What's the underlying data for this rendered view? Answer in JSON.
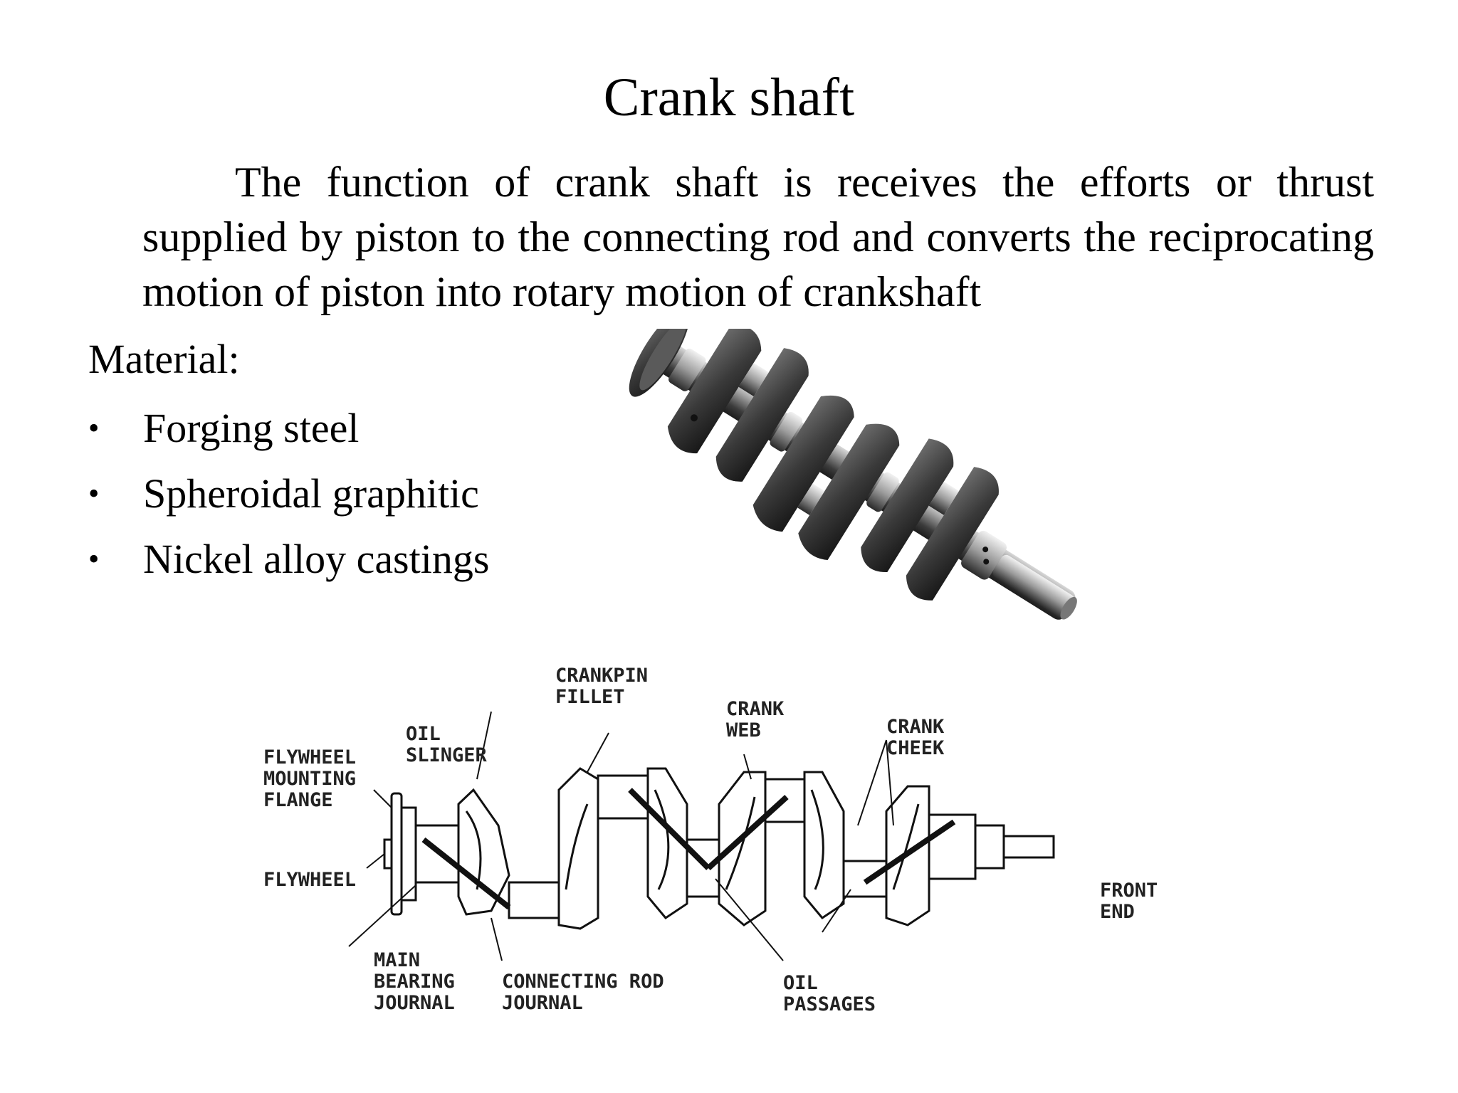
{
  "title": "Crank shaft",
  "paragraph": "The function of crank shaft is receives the efforts or thrust supplied by piston to the connecting rod and converts the reciprocating motion of piston into rotary motion of crankshaft",
  "material_heading": "Material:",
  "materials": [
    "Forging steel",
    "Spheroidal graphitic",
    "Nickel alloy castings"
  ],
  "diagram": {
    "labels": {
      "crankpin_fillet_1": "CRANKPIN",
      "crankpin_fillet_2": "FILLET",
      "crank_web_1": "CRANK",
      "crank_web_2": "WEB",
      "crank_cheek_1": "CRANK",
      "crank_cheek_2": "CHEEK",
      "oil_slinger_1": "OIL",
      "oil_slinger_2": "SLINGER",
      "flywheel_flange_1": "FLYWHEEL",
      "flywheel_flange_2": "MOUNTING",
      "flywheel_flange_3": "FLANGE",
      "flywheel": "FLYWHEEL",
      "front_end_1": "FRONT",
      "front_end_2": "END",
      "main_bearing_1": "MAIN",
      "main_bearing_2": "BEARING",
      "main_bearing_3": "JOURNAL",
      "conn_rod_1": "CONNECTING ROD",
      "conn_rod_2": "JOURNAL",
      "oil_passages_1": "OIL",
      "oil_passages_2": "PASSAGES"
    }
  }
}
